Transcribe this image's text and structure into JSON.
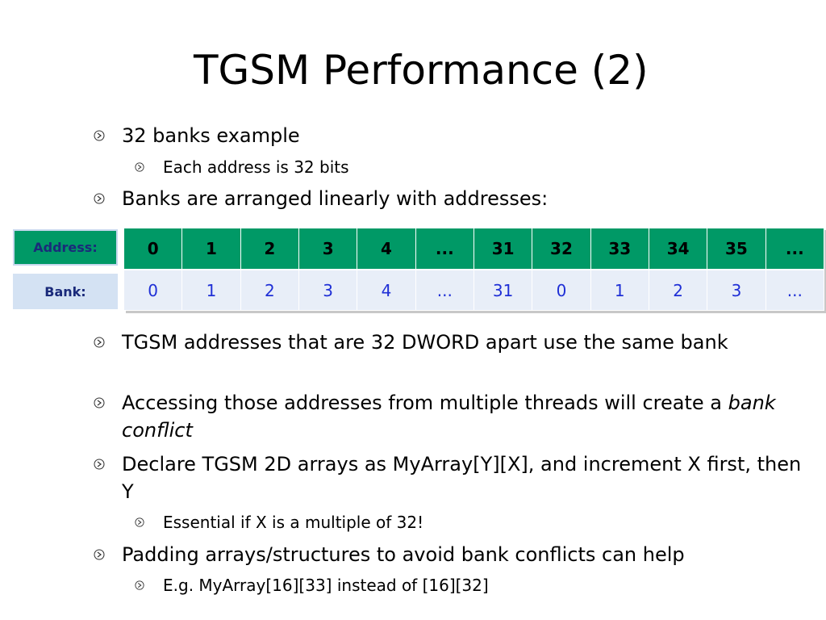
{
  "slide": {
    "title": "TGSM Performance (2)",
    "bullets_top": [
      {
        "level": 1,
        "text": "32 banks example"
      },
      {
        "level": 2,
        "text": "Each address is 32 bits"
      },
      {
        "level": 1,
        "text": "Banks are arranged linearly with addresses:"
      }
    ],
    "table": {
      "address_label": "Address:",
      "bank_label": "Bank:",
      "addresses": [
        "0",
        "1",
        "2",
        "3",
        "4",
        "...",
        "31",
        "32",
        "33",
        "34",
        "35",
        "..."
      ],
      "banks": [
        "0",
        "1",
        "2",
        "3",
        "4",
        "...",
        "31",
        "0",
        "1",
        "2",
        "3",
        "..."
      ],
      "colors": {
        "address_fill": "#009966",
        "bank_fill": "#e8eef8",
        "bank_text": "#1f2fd6",
        "label_text": "#1a2a7a"
      }
    },
    "bullets_bottom": {
      "b1": "TGSM addresses that are 32 DWORD apart use the same bank",
      "b2_pre": "Accessing those addresses from multiple threads will create a ",
      "b2_em": "bank conflict",
      "b3": "Declare TGSM 2D arrays as MyArray[Y][X], and increment X first, then Y",
      "b3_sub": "Essential if X is a multiple of 32!",
      "b4": "Padding arrays/structures to avoid bank conflicts can help",
      "b4_sub": "E.g. MyArray[16][33] instead of [16][32]"
    },
    "bullet_icon": "chevron-circle-icon"
  }
}
